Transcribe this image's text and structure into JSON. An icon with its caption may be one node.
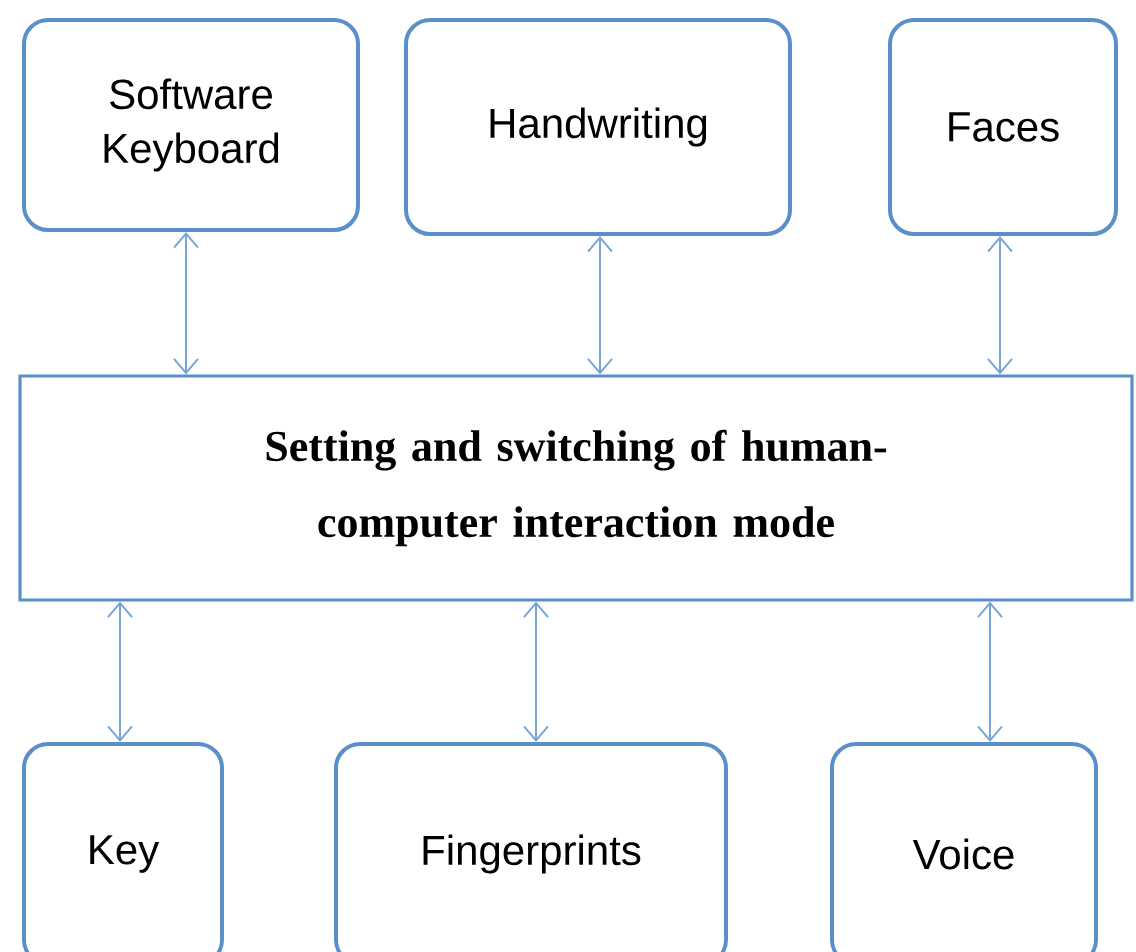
{
  "diagram": {
    "nodes": [
      {
        "text": [
          "Software Keyboard"
        ]
      },
      {
        "text": [
          "Handwriting"
        ]
      },
      {
        "text": [
          "Faces"
        ]
      },
      {
        "text": [
          "Setting and switching of human-computer interaction mode"
        ]
      },
      {
        "text": [
          "Key"
        ]
      },
      {
        "text": [
          "Fingerprints"
        ]
      },
      {
        "text": [
          "Voice"
        ]
      }
    ],
    "edges": [
      {
        "from": 0,
        "to": 3,
        "arrow": "both"
      },
      {
        "from": 1,
        "to": 3,
        "arrow": "both"
      },
      {
        "from": 2,
        "to": 3,
        "arrow": "both"
      },
      {
        "from": 3,
        "to": 4,
        "arrow": "both"
      },
      {
        "from": 3,
        "to": 5,
        "arrow": "both"
      },
      {
        "from": 3,
        "to": 6,
        "arrow": "both"
      }
    ]
  }
}
